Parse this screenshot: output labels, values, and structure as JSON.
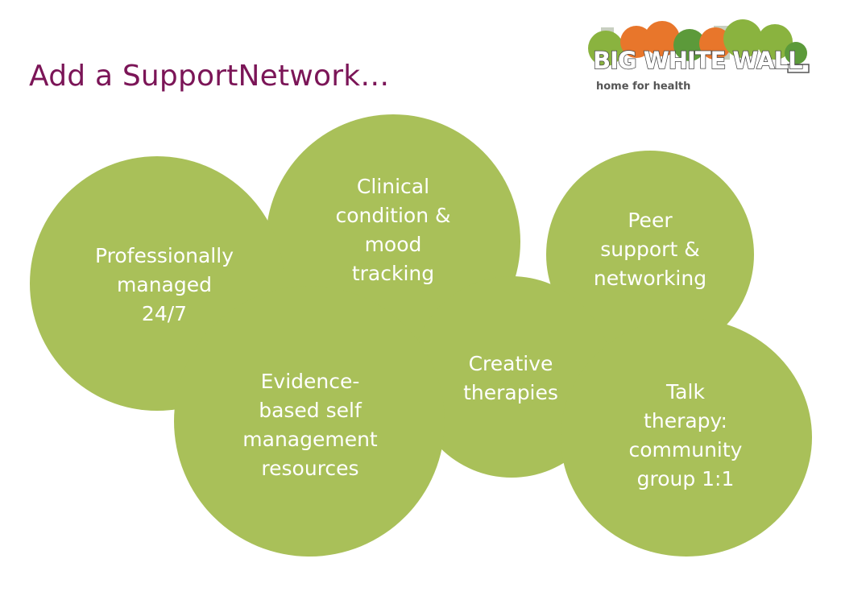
{
  "slide": {
    "title": "Add a SupportNetwork…"
  },
  "logo": {
    "wordmark": "BIG WHITE WALL",
    "tagline": "home for health",
    "tree_colors": [
      "#8ab33f",
      "#e8762b",
      "#5c9a3a",
      "#b9c9a0"
    ]
  },
  "bubbles": {
    "professionally_managed": "Professionally\nmanaged\n24/7",
    "clinical_tracking": "Clinical\ncondition &\nmood\ntracking",
    "peer_support": "Peer\nsupport &\nnetworking",
    "creative_therapies": "Creative\ntherapies",
    "evidence_based": "Evidence-\nbased self\nmanagement\nresources",
    "talk_therapy": "Talk\ntherapy:\ncommunity\ngroup        1:1"
  },
  "colors": {
    "bubble_fill": "#a9c059",
    "title": "#7b1557",
    "bubble_text": "#ffffff"
  }
}
